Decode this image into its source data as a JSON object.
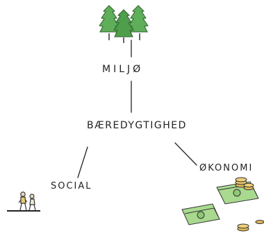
{
  "nodes": {
    "top": "MILJØ",
    "center": "BÆREDYGTIGHED",
    "left": "SOCIAL",
    "right": "ØKONOMI"
  },
  "colors": {
    "ink": "#222222",
    "tree_green": "#5fae5a",
    "tree_dark": "#2f7a36",
    "money_green": "#a9d98f",
    "coin_gold": "#e0b85a"
  },
  "icons": {
    "top": "trees-icon",
    "left": "people-icon",
    "right": "money-icon"
  }
}
